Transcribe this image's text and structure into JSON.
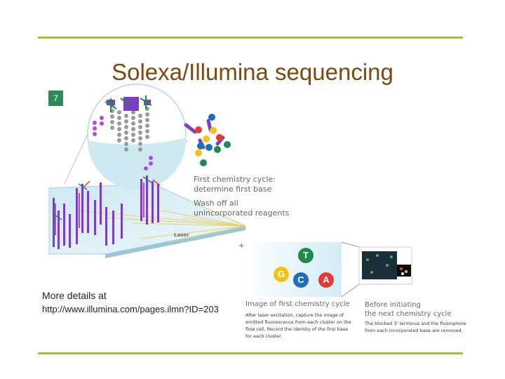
{
  "slide": {
    "title": "Solexa/Illumina sequencing",
    "step_number": "7",
    "details_label": "More details at",
    "details_url": "http://www.illumina.com/pages.ilmn?ID=203"
  },
  "figure": {
    "cycle_caption_line1": "First chemistry cycle:",
    "cycle_caption_line2": "determine first base",
    "wash_caption_line1": "Wash off all",
    "wash_caption_line2": "unincorporated reagents",
    "laser_label": "Laser",
    "image_title": "Image of first chemistry cycle",
    "image_text": [
      "After laser excitation, capture the image of",
      "emitted fluorescence from each cluster on the",
      "flow cell. Record the identity of the first base",
      "for each cluster."
    ],
    "next_title_line1": "Before initiating",
    "next_title_line2": "the next chemistry cycle",
    "next_text": [
      "The blocked 3' terminus and the fluorophore",
      "from each incorporated base are removed."
    ],
    "bases": [
      "T",
      "G",
      "C",
      "A"
    ],
    "colors": {
      "A": "#e53935",
      "C": "#1e6fb5",
      "G": "#f2c314",
      "T": "#1e8a4c",
      "strand": "#7b3fc4",
      "accent_rule": "#9dc13c",
      "title": "#7a4a12"
    }
  }
}
